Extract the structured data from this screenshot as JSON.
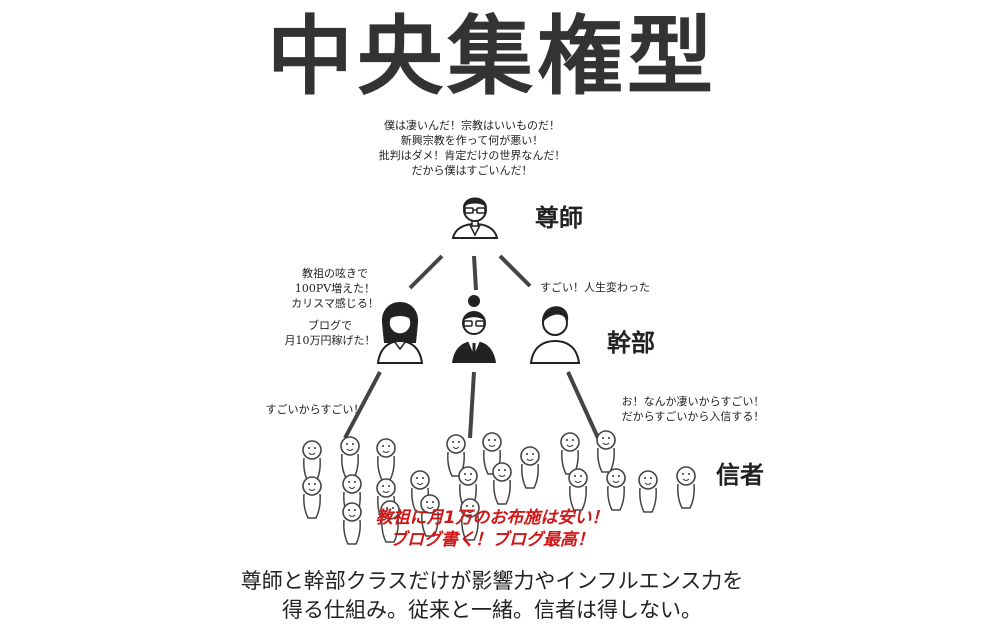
{
  "title": "中央集権型",
  "master": {
    "label": "尊師",
    "quote": [
      "僕は凄いんだ！宗教はいいものだ！",
      "新興宗教を作って何が悪い！",
      "批判はダメ！肯定だけの世界なんだ！",
      "だから僕はすごいんだ！"
    ]
  },
  "executives": {
    "label": "幹部",
    "quote_left_1": [
      "教祖の呟きで",
      "100PV増えた！",
      "カリスマ感じる！"
    ],
    "quote_left_2": [
      "ブログで",
      "月10万円稼げた！"
    ],
    "quote_right": [
      "すごい！人生変わった"
    ]
  },
  "followers": {
    "label": "信者",
    "quote_left": [
      "すごいからすごい！"
    ],
    "quote_right": [
      "お！なんか凄いからすごい！",
      "だからすごいから入信する！"
    ]
  },
  "slogan": [
    "教祖に月1万のお布施は安い！",
    "ブログ書く！ブログ最高！"
  ],
  "caption": [
    "尊師と幹部クラスだけが影響力やインフルエンス力を",
    "得る仕組み。従来と一緒。信者は得しない。"
  ],
  "colors": {
    "slogan": "#d01818",
    "ink": "#222222"
  }
}
